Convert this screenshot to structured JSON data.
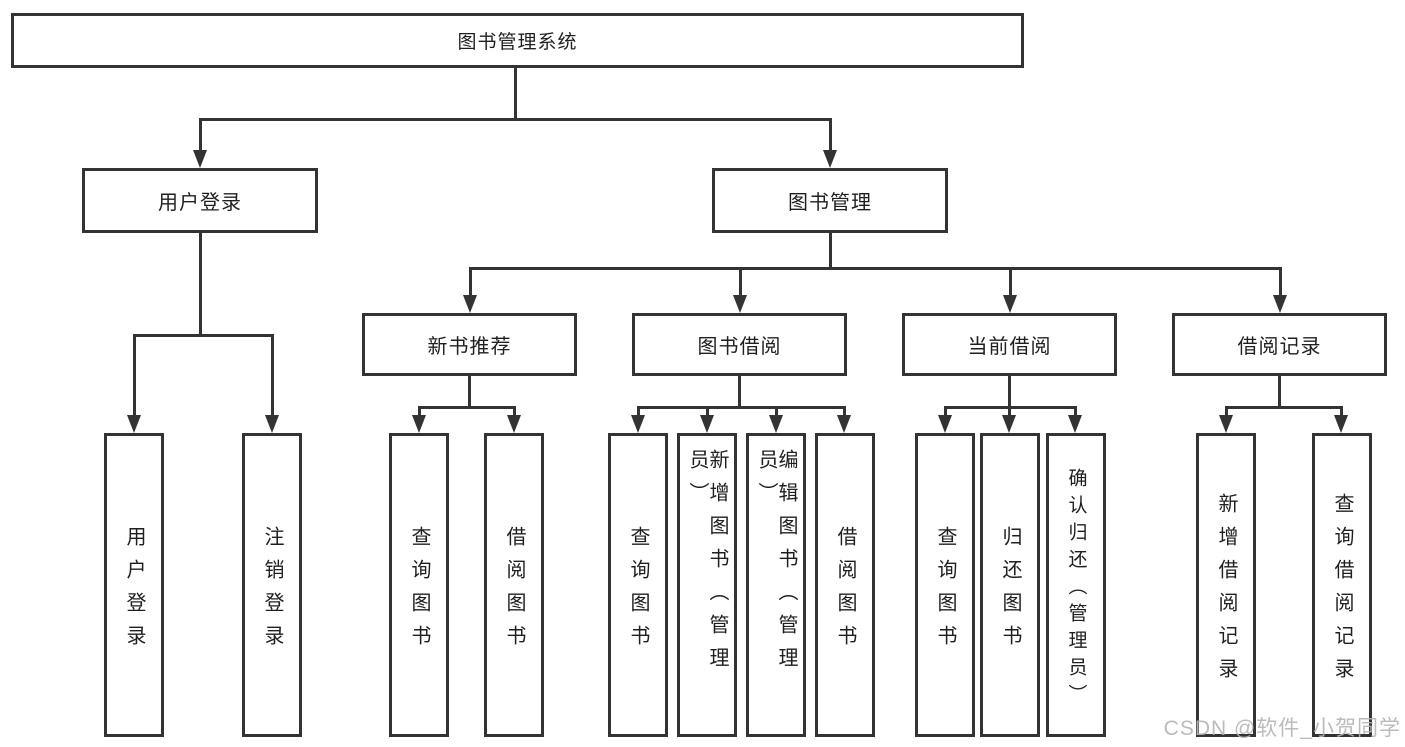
{
  "diagram": {
    "root": {
      "label": "图书管理系统"
    },
    "branches": [
      {
        "label": "用户登录",
        "children": [
          {
            "label": "用户登录"
          },
          {
            "label": "注销登录"
          }
        ]
      },
      {
        "label": "图书管理",
        "children": [
          {
            "label": "新书推荐",
            "children": [
              {
                "label": "查询图书"
              },
              {
                "label": "借阅图书"
              }
            ]
          },
          {
            "label": "图书借阅",
            "children": [
              {
                "label": "查询图书"
              },
              {
                "label": "新增图书（管理员）"
              },
              {
                "label": "编辑图书（管理员）"
              },
              {
                "label": "借阅图书"
              }
            ]
          },
          {
            "label": "当前借阅",
            "children": [
              {
                "label": "查询图书"
              },
              {
                "label": "归还图书"
              },
              {
                "label": "确认归还（管理员）"
              }
            ]
          },
          {
            "label": "借阅记录",
            "children": [
              {
                "label": "新增借阅记录"
              },
              {
                "label": "查询借阅记录"
              }
            ]
          }
        ]
      }
    ]
  },
  "watermark": "CSDN @软件_小贺同学",
  "colors": {
    "line": "#333333",
    "text": "#1f1f1f",
    "watermark": "#b4b4b4",
    "background": "#ffffff"
  }
}
